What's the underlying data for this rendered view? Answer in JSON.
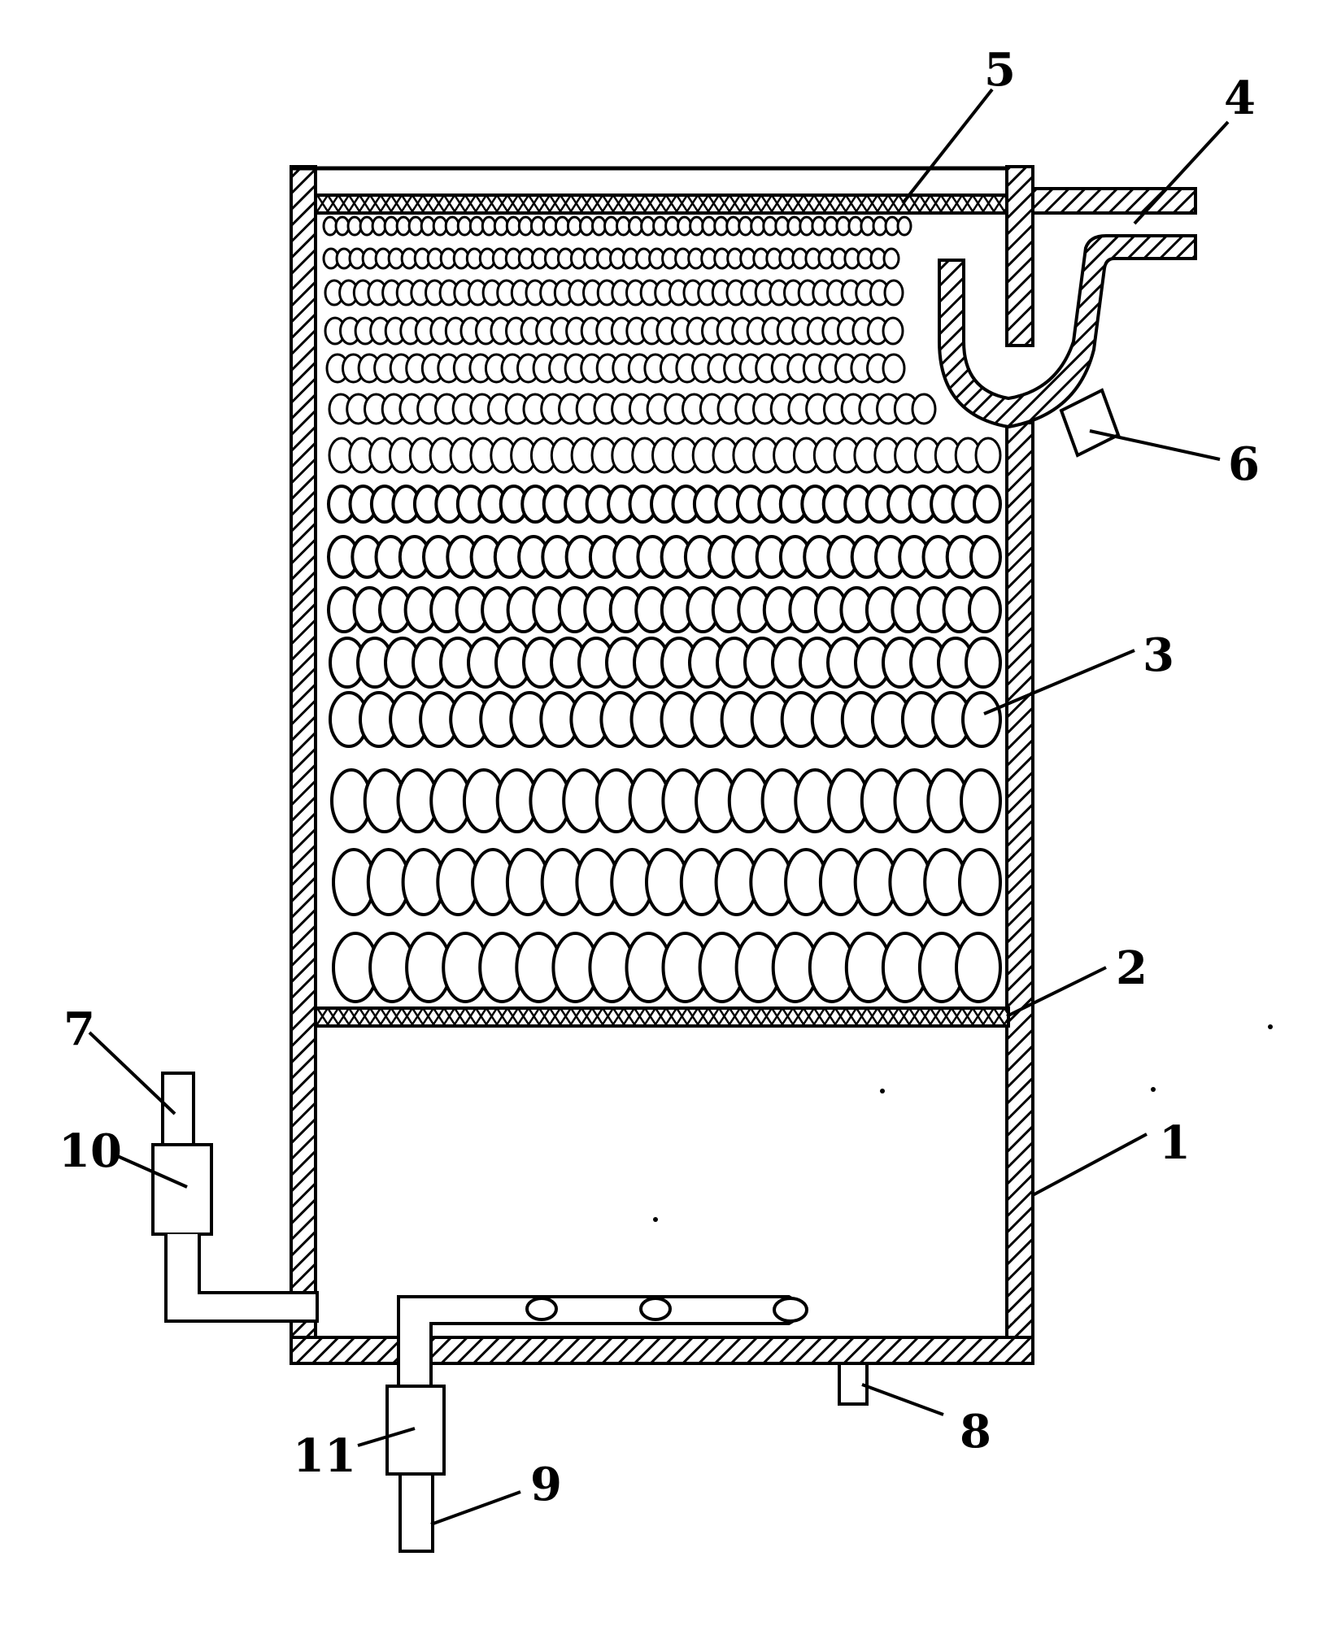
{
  "colors": {
    "ink": "#000000",
    "paper": "#ffffff"
  },
  "labels": {
    "l1": "1",
    "l2": "2",
    "l3": "3",
    "l4": "4",
    "l5": "5",
    "l6": "6",
    "l7": "7",
    "l8": "8",
    "l9": "9",
    "l10": "10",
    "l11": "11"
  }
}
